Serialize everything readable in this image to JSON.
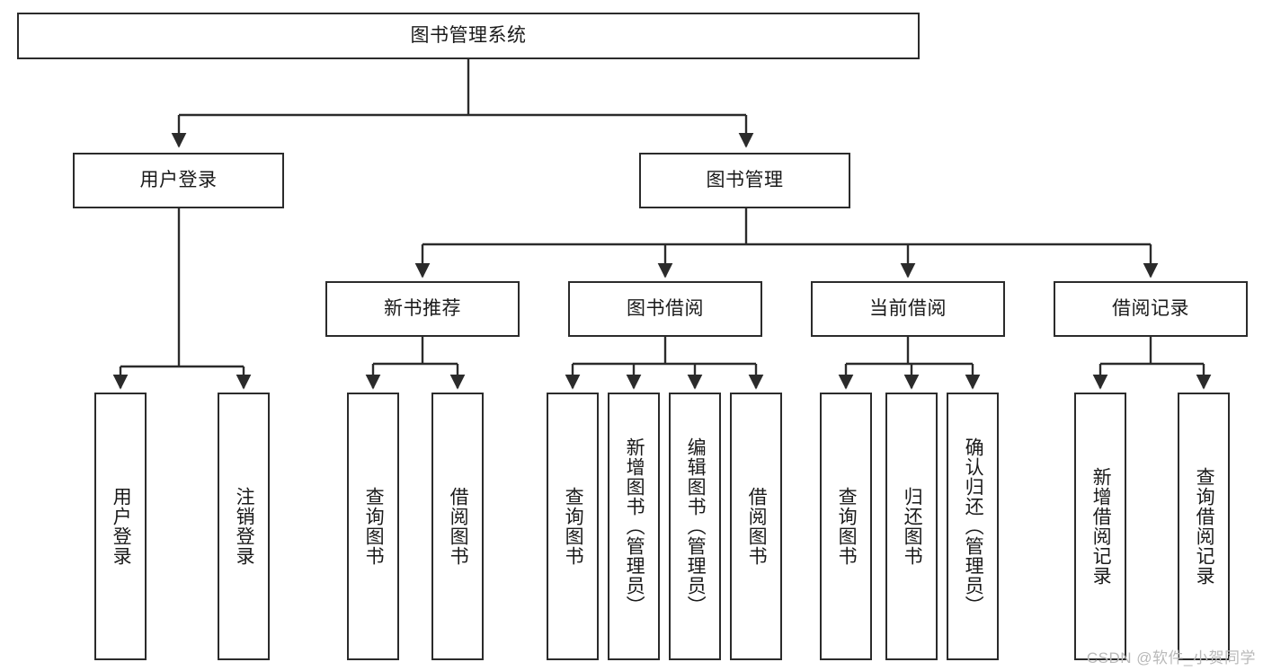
{
  "diagram": {
    "title": "图书管理系统",
    "type": "hierarchy-tree",
    "watermark": "CSDN @软件_小贺同学",
    "colors": {
      "stroke": "#2b2b2b",
      "fill": "#ffffff",
      "text": "#1a1a1a",
      "watermark": "#b9b9b9"
    },
    "nodes": {
      "root": {
        "label": "图书管理系统",
        "orientation": "horizontal"
      },
      "level1": [
        {
          "id": "user-login",
          "label": "用户登录",
          "orientation": "horizontal"
        },
        {
          "id": "book-manage",
          "label": "图书管理",
          "orientation": "horizontal"
        }
      ],
      "level2": [
        {
          "id": "new-book-recommend",
          "label": "新书推荐",
          "orientation": "horizontal"
        },
        {
          "id": "book-borrow",
          "label": "图书借阅",
          "orientation": "horizontal"
        },
        {
          "id": "current-borrow",
          "label": "当前借阅",
          "orientation": "horizontal"
        },
        {
          "id": "borrow-record",
          "label": "借阅记录",
          "orientation": "horizontal"
        }
      ],
      "leaves": [
        {
          "id": "leaf-user-login",
          "label": "用户登录",
          "parent": "user-login",
          "orientation": "vertical"
        },
        {
          "id": "leaf-user-logout",
          "label": "注销登录",
          "parent": "user-login",
          "orientation": "vertical"
        },
        {
          "id": "leaf-query-book-1",
          "label": "查询图书",
          "parent": "new-book-recommend",
          "orientation": "vertical"
        },
        {
          "id": "leaf-borrow-book-1",
          "label": "借阅图书",
          "parent": "new-book-recommend",
          "orientation": "vertical"
        },
        {
          "id": "leaf-query-book-2",
          "label": "查询图书",
          "parent": "book-borrow",
          "orientation": "vertical"
        },
        {
          "id": "leaf-add-book",
          "label": "新增图书（管理员）",
          "parent": "book-borrow",
          "orientation": "vertical"
        },
        {
          "id": "leaf-edit-book",
          "label": "编辑图书（管理员）",
          "parent": "book-borrow",
          "orientation": "vertical"
        },
        {
          "id": "leaf-borrow-book-2",
          "label": "借阅图书",
          "parent": "book-borrow",
          "orientation": "vertical"
        },
        {
          "id": "leaf-query-book-3",
          "label": "查询图书",
          "parent": "current-borrow",
          "orientation": "vertical"
        },
        {
          "id": "leaf-return-book",
          "label": "归还图书",
          "parent": "current-borrow",
          "orientation": "vertical"
        },
        {
          "id": "leaf-confirm-return",
          "label": "确认归还（管理员）",
          "parent": "current-borrow",
          "orientation": "vertical"
        },
        {
          "id": "leaf-add-record",
          "label": "新增借阅记录",
          "parent": "borrow-record",
          "orientation": "vertical"
        },
        {
          "id": "leaf-query-record",
          "label": "查询借阅记录",
          "parent": "borrow-record",
          "orientation": "vertical"
        }
      ]
    }
  }
}
